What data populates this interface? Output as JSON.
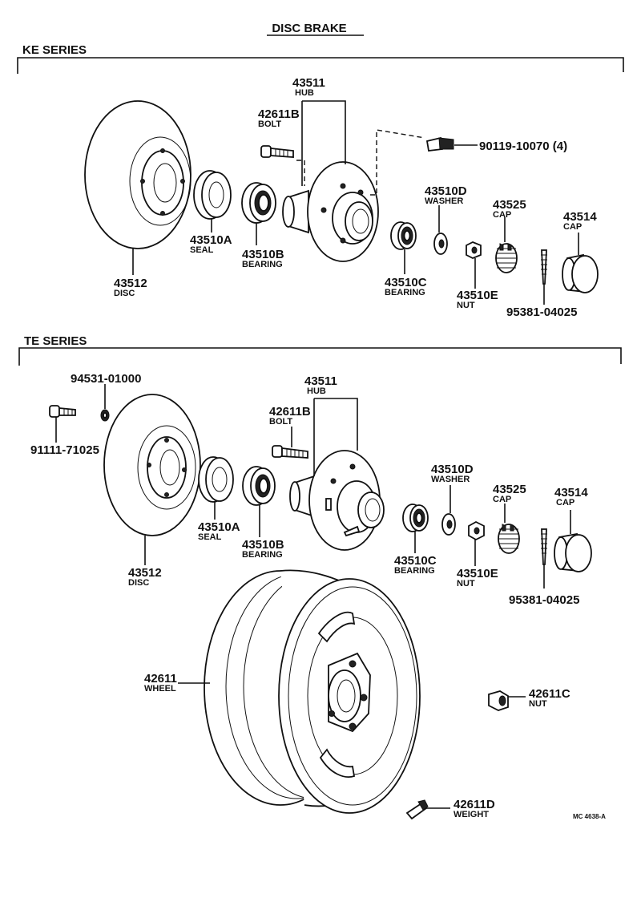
{
  "title": "DISC BRAKE",
  "figure_code": "MC 4638-A",
  "ke_series": {
    "label": "KE SERIES",
    "parts": {
      "hub": {
        "number": "43511",
        "name": "HUB"
      },
      "bolt": {
        "number": "42611B",
        "name": "BOLT"
      },
      "stud_bolt": {
        "number": "90119-10070 (4)"
      },
      "washer": {
        "number": "43510D",
        "name": "WASHER"
      },
      "cap_nut": {
        "number": "43525",
        "name": "CAP"
      },
      "cap": {
        "number": "43514",
        "name": "CAP"
      },
      "seal": {
        "number": "43510A",
        "name": "SEAL"
      },
      "bearing_inner": {
        "number": "43510B",
        "name": "BEARING"
      },
      "disc": {
        "number": "43512",
        "name": "DISC"
      },
      "bearing_outer": {
        "number": "43510C",
        "name": "BEARING"
      },
      "nut": {
        "number": "43510E",
        "name": "NUT"
      },
      "pin": {
        "number": "95381-04025"
      }
    }
  },
  "te_series": {
    "label": "TE SERIES",
    "parts": {
      "washer_small": {
        "number": "94531-01000"
      },
      "hub": {
        "number": "43511",
        "name": "HUB"
      },
      "bolt": {
        "number": "42611B",
        "name": "BOLT"
      },
      "screw": {
        "number": "91111-71025"
      },
      "washer": {
        "number": "43510D",
        "name": "WASHER"
      },
      "cap_nut": {
        "number": "43525",
        "name": "CAP"
      },
      "cap": {
        "number": "43514",
        "name": "CAP"
      },
      "seal": {
        "number": "43510A",
        "name": "SEAL"
      },
      "bearing_inner": {
        "number": "43510B",
        "name": "BEARING"
      },
      "disc": {
        "number": "43512",
        "name": "DISC"
      },
      "bearing_outer": {
        "number": "43510C",
        "name": "BEARING"
      },
      "nut": {
        "number": "43510E",
        "name": "NUT"
      },
      "pin": {
        "number": "95381-04025"
      },
      "wheel": {
        "number": "42611",
        "name": "WHEEL"
      },
      "wheel_nut": {
        "number": "42611C",
        "name": "NUT"
      },
      "weight": {
        "number": "42611D",
        "name": "WEIGHT"
      }
    }
  }
}
